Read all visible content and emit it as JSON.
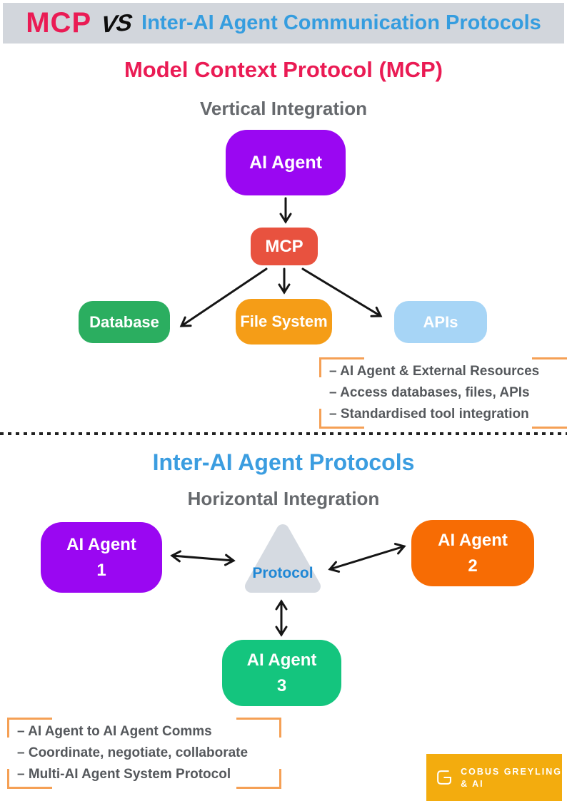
{
  "header": {
    "mcp": "MCP",
    "vs": "VS",
    "title": "Inter-AI Agent Communication Protocols"
  },
  "mcp_section": {
    "title": "Model Context Protocol (MCP)",
    "subtitle": "Vertical Integration",
    "nodes": {
      "ai_agent": "AI Agent",
      "mcp": "MCP",
      "database": "Database",
      "file_system": "File System",
      "apis": "APIs"
    },
    "notes": [
      "– AI Agent & External Resources",
      "– Access databases, files, APIs",
      "– Standardised tool integration"
    ]
  },
  "inter_section": {
    "title": "Inter-AI Agent Protocols",
    "subtitle": "Horizontal Integration",
    "nodes": {
      "agent1_top": "AI Agent",
      "agent1_num": "1",
      "agent2_top": "AI Agent",
      "agent2_num": "2",
      "agent3_top": "AI Agent",
      "agent3_num": "3",
      "protocol": "Protocol"
    },
    "notes": [
      "– AI Agent to AI Agent Comms",
      "– Coordinate, negotiate, collaborate",
      "– Multi-AI Agent System Protocol"
    ]
  },
  "logo": {
    "line1": "COBUS GREYLING",
    "line2": "& AI"
  },
  "colors": {
    "banner_gray": "#d2d6dc",
    "crimson": "#ea1b54",
    "blue": "#359ddf",
    "section2_blue": "#3b9de0",
    "purple": "#9a07f2",
    "tomato_red": "#e8523f",
    "green": "#2bae60",
    "orange": "#f59d17",
    "light_blue": "#a7d5f6",
    "bright_orange": "#f76c04",
    "emerald": "#14c57e",
    "triangle_gray": "#d5dae1",
    "protocol_blue": "#1f87d5",
    "bracket_orange": "#f5a055",
    "note_gray": "#55585c",
    "logo_amber": "#f3ac0e",
    "arrow_black": "#151515"
  }
}
